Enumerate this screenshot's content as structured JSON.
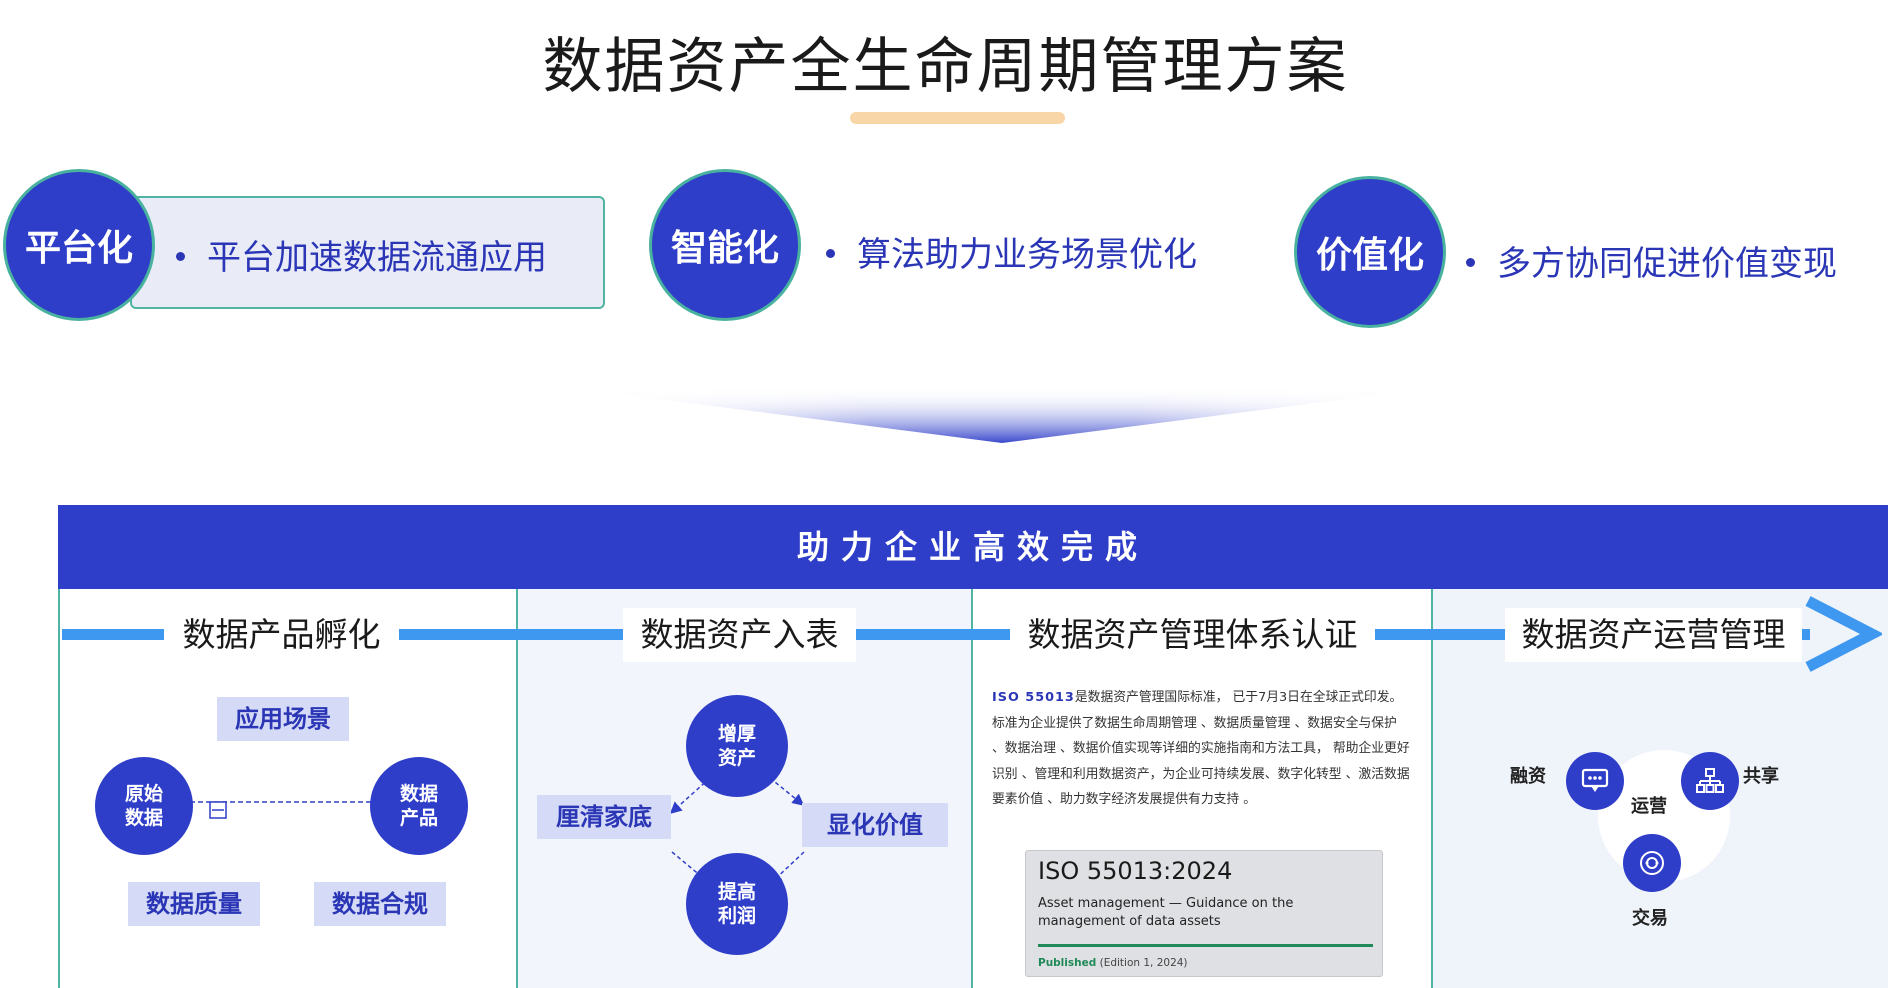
{
  "title": "数据资产全生命周期管理方案",
  "features": [
    {
      "circle": "平台化",
      "text": "平台加速数据流通应用"
    },
    {
      "circle": "智能化",
      "text": "算法助力业务场景优化"
    },
    {
      "circle": "价值化",
      "text": "多方协同促进价值变现"
    }
  ],
  "banner": "助力企业高效完成",
  "steps": [
    "数据产品孵化",
    "数据资产入表",
    "数据资产管理体系认证",
    "数据资产运营管理"
  ],
  "incubation": {
    "tags": [
      "应用场景",
      "数据质量",
      "数据合规"
    ],
    "nodes": [
      "原始\n数据",
      "数据\n产品"
    ]
  },
  "accounting": {
    "tags": [
      "厘清家底",
      "显化价值"
    ],
    "nodes": [
      "增厚\n资产",
      "提高\n利润"
    ]
  },
  "certification": {
    "iso_code": "ISO 55013",
    "paragraph": "是数据资产管理国际标准， 已于7月3日在全球正式印发。标准为企业提供了数据生命周期管理 、数据质量管理 、数据安全与保护 、数据治理 、数据价值实现等详细的实施指南和方法工具， 帮助企业更好识别 、管理和利用数据资产，为企业可持续发展、数字化转型 、激活数据要素价值 、助力数字经济发展提供有力支持 。",
    "card_title": "ISO 55013:2024",
    "card_desc": "Asset management — Guidance on the management of data assets",
    "card_status": "Published",
    "card_edition": "(Edition 1, 2024)"
  },
  "operations": {
    "center": "运营",
    "labels": [
      "融资",
      "共享",
      "交易"
    ]
  },
  "colors": {
    "primary": "#2f3ec9",
    "accent": "#3e98f0",
    "border": "#4fb5a2",
    "title_bar": "#f8d6a8"
  },
  "icons": [
    "chat-icon",
    "org-chart-icon",
    "exchange-icon"
  ]
}
